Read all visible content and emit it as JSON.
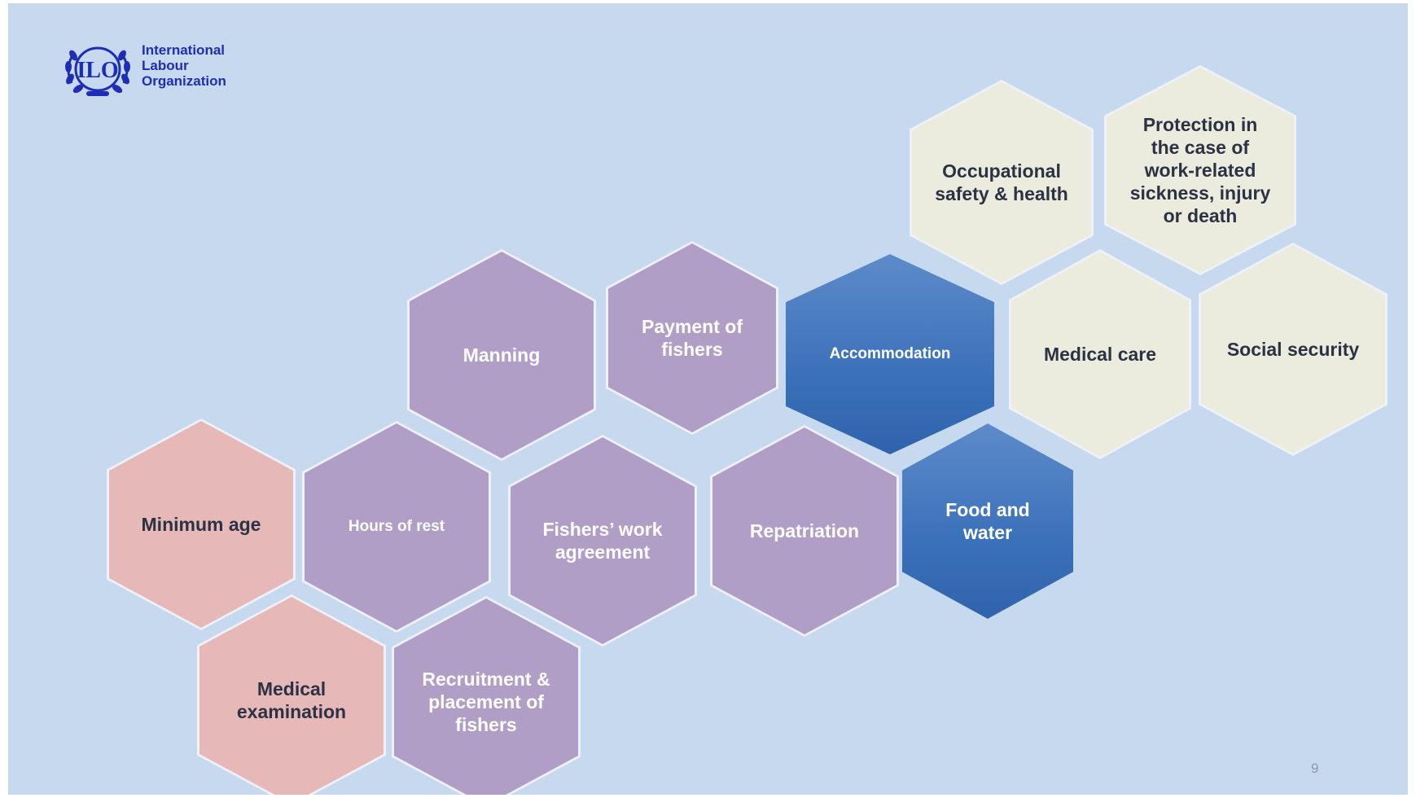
{
  "logo": {
    "lines": [
      "International",
      "Labour",
      "Organization"
    ],
    "emblem_letters": "ILO"
  },
  "hexagons": [
    {
      "name": "minimum-age",
      "label": "Minimum age",
      "color": "pink"
    },
    {
      "name": "medical-examination",
      "label": "Medical examination",
      "color": "pink"
    },
    {
      "name": "hours-of-rest",
      "label": "Hours of rest",
      "color": "purple"
    },
    {
      "name": "recruitment-placement",
      "label": "Recruitment & placement of fishers",
      "color": "purple"
    },
    {
      "name": "manning",
      "label": "Manning",
      "color": "purple"
    },
    {
      "name": "fishers-work-agreement",
      "label": "Fishers’ work agreement",
      "color": "purple"
    },
    {
      "name": "payment-of-fishers",
      "label": "Payment of fishers",
      "color": "purple"
    },
    {
      "name": "repatriation",
      "label": "Repatriation",
      "color": "purple"
    },
    {
      "name": "accommodation",
      "label": "Accommodation",
      "color": "blue"
    },
    {
      "name": "food-and-water",
      "label": "Food and water",
      "color": "blue"
    },
    {
      "name": "occupational-safety",
      "label": "Occupational safety & health",
      "color": "cream"
    },
    {
      "name": "protection-sickness",
      "label": "Protection in the case of work-related sickness, injury or death",
      "color": "cream"
    },
    {
      "name": "medical-care",
      "label": "Medical care",
      "color": "cream"
    },
    {
      "name": "social-security",
      "label": "Social security",
      "color": "cream"
    }
  ],
  "colors": {
    "background": "#c7d9ef",
    "pink": "#e6b8b8",
    "purple": "#b09ec6",
    "blue": "#3b71ba",
    "cream": "#ececde",
    "logo_blue": "#1e2db5"
  },
  "page_number": "9"
}
